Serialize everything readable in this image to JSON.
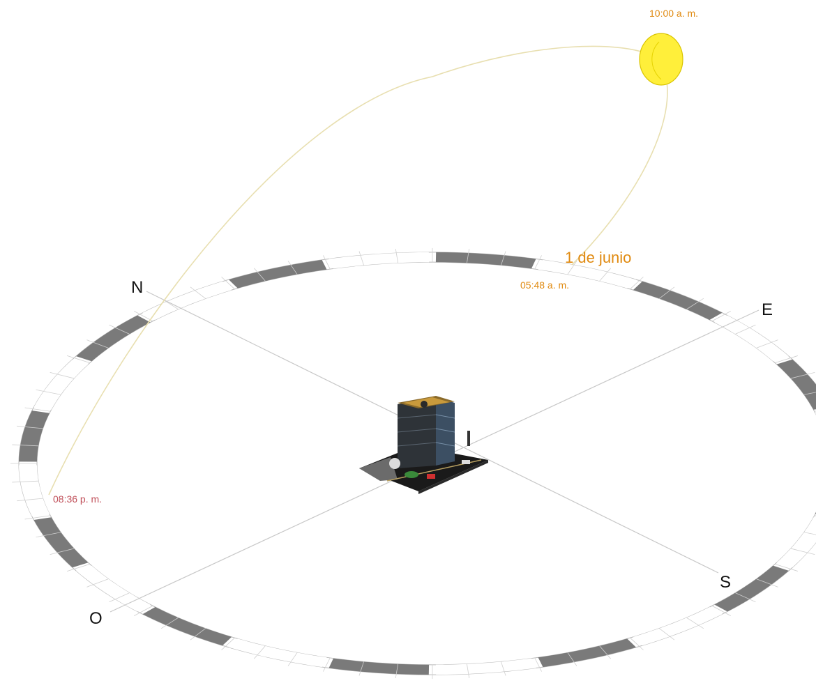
{
  "colors": {
    "ring_dark": "#7a7a7a",
    "ring_outline": "#b8b8b8",
    "axis_line": "#c8c8c8",
    "sun_path": "#e8dfb0",
    "sun_fill": "#ffef3a",
    "sun_stroke": "#d9c400",
    "accent_orange": "#e08a10",
    "accent_red": "#c0505a"
  },
  "compass": {
    "north": "N",
    "east": "E",
    "south": "S",
    "west": "O"
  },
  "sun": {
    "icon": "sun-icon",
    "time_label": "10:00 a. m."
  },
  "date_label": "1 de junio",
  "sunrise_label": "05:48 a. m.",
  "sunset_label": "08:36 p. m.",
  "building": {
    "icon": "building-icon"
  }
}
